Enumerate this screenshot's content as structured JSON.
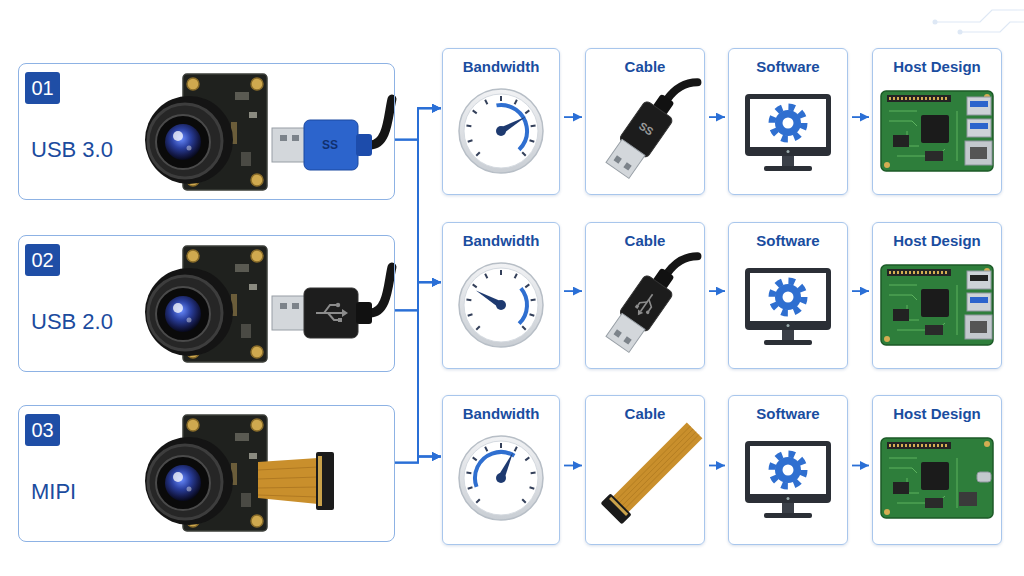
{
  "diagram": {
    "nodes": [
      {
        "text": [
          "USB 3.0"
        ]
      },
      {
        "text": [
          "01"
        ],
        "in": 0
      },
      {
        "text": [
          "Bandwidth"
        ]
      },
      {
        "text": [
          "Cable"
        ]
      },
      {
        "text": [
          "Software"
        ]
      },
      {
        "text": [
          "Host Design"
        ]
      },
      {
        "text": [
          "USB 2.0"
        ]
      },
      {
        "text": [
          "02"
        ],
        "in": 6
      },
      {
        "text": [
          "Bandwidth"
        ]
      },
      {
        "text": [
          "Cable"
        ]
      },
      {
        "text": [
          "Software"
        ]
      },
      {
        "text": [
          "Host Design"
        ]
      },
      {
        "text": [
          "MIPI"
        ]
      },
      {
        "text": [
          "03"
        ],
        "in": 12
      },
      {
        "text": [
          "Bandwidth"
        ]
      },
      {
        "text": [
          "Cable"
        ]
      },
      {
        "text": [
          "Software"
        ]
      },
      {
        "text": [
          "Host Design"
        ]
      }
    ],
    "edges": [
      {
        "from": 0,
        "to": 2,
        "arrow": "to"
      },
      {
        "from": 0,
        "to": 8,
        "arrow": "to"
      },
      {
        "from": 0,
        "to": 14,
        "arrow": "to"
      },
      {
        "from": 6,
        "to": 2,
        "arrow": "to"
      },
      {
        "from": 6,
        "to": 8,
        "arrow": "to"
      },
      {
        "from": 6,
        "to": 14,
        "arrow": "to"
      },
      {
        "from": 12,
        "to": 2,
        "arrow": "to"
      },
      {
        "from": 12,
        "to": 8,
        "arrow": "to"
      },
      {
        "from": 12,
        "to": 14,
        "arrow": "to"
      },
      {
        "from": 2,
        "to": 3,
        "arrow": "to"
      },
      {
        "from": 3,
        "to": 4,
        "arrow": "to"
      },
      {
        "from": 4,
        "to": 5,
        "arrow": "to"
      },
      {
        "from": 8,
        "to": 9,
        "arrow": "to"
      },
      {
        "from": 9,
        "to": 10,
        "arrow": "to"
      },
      {
        "from": 10,
        "to": 11,
        "arrow": "to"
      },
      {
        "from": 14,
        "to": 15,
        "arrow": "to"
      },
      {
        "from": 15,
        "to": 16,
        "arrow": "to"
      },
      {
        "from": 16,
        "to": 17,
        "arrow": "to"
      }
    ],
    "labels": [
      "SS",
      "SS"
    ]
  }
}
